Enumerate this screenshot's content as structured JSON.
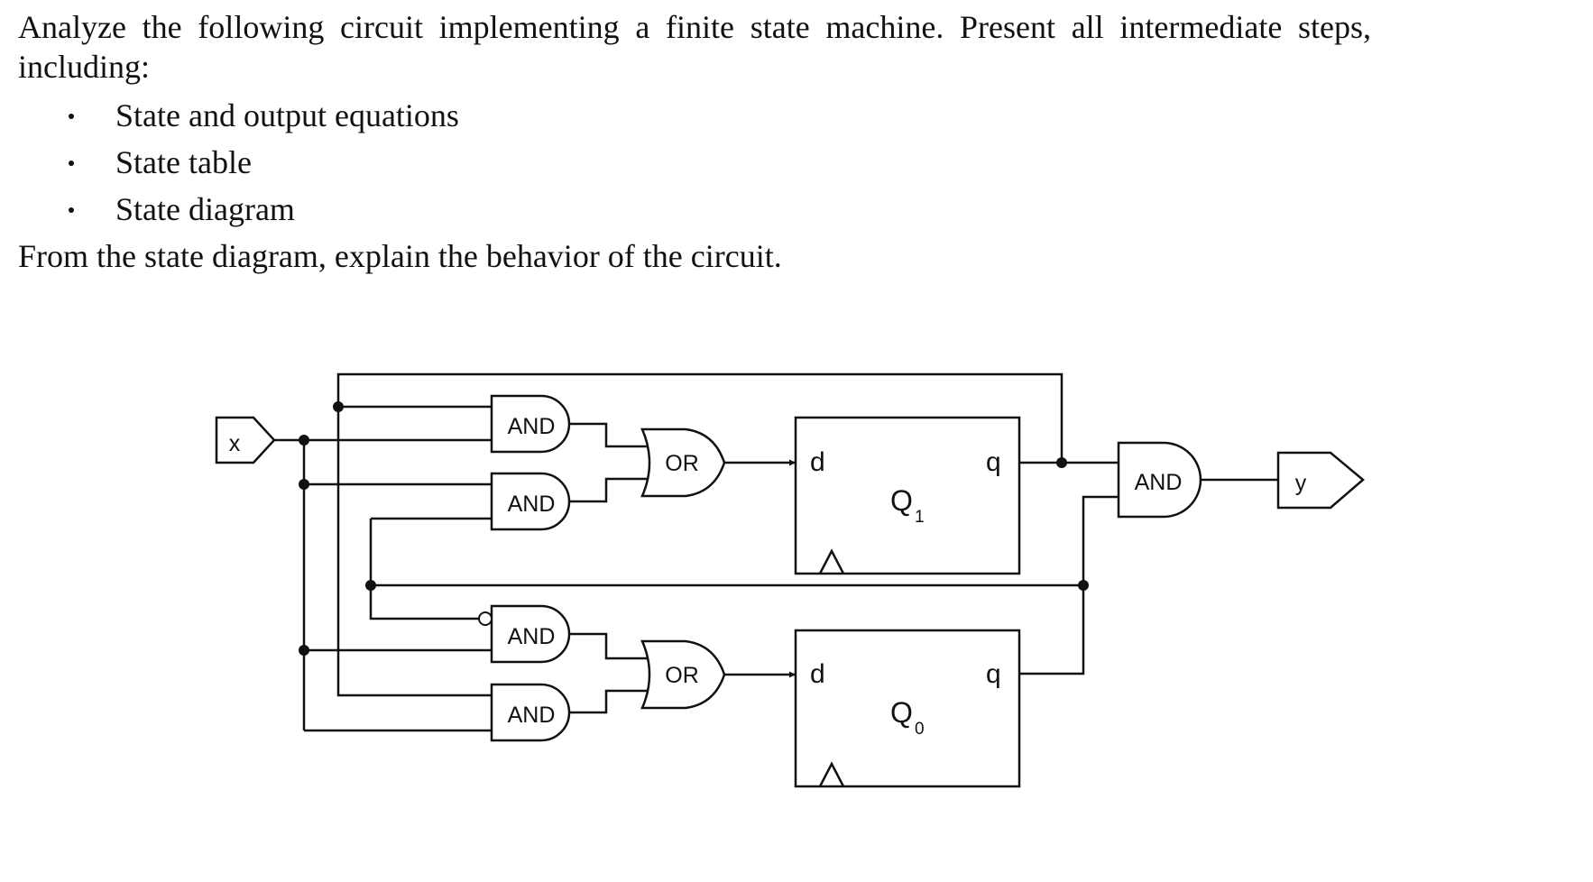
{
  "question": {
    "intro": "Analyze the following circuit implementing a finite state machine. Present all intermediate steps, including:",
    "bullets": [
      "State and output equations",
      "State table",
      "State diagram"
    ],
    "outro": "From the state diagram, explain the behavior of the circuit."
  },
  "circuit": {
    "input_label": "x",
    "output_label": "y",
    "gate_and": "AND",
    "gate_or": "OR",
    "flipflop_d": "d",
    "flipflop_q": "q",
    "ff1_name": "Q",
    "ff1_sub": "1",
    "ff0_name": "Q",
    "ff0_sub": "0"
  }
}
